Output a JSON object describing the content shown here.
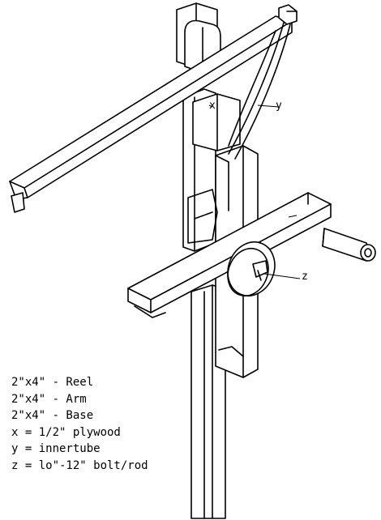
{
  "labels": {
    "x_marker": "x",
    "y_marker": "y",
    "z_marker": "z"
  },
  "legend": [
    "2\"x4\" - Reel",
    "2\"x4\" - Arm",
    "2\"x4\" - Base",
    "x = 1/2\" plywood",
    "y = innertube",
    "z = lo\"-12\" bolt/rod"
  ],
  "colors": {
    "ink": "#000000",
    "paper": "#ffffff"
  }
}
